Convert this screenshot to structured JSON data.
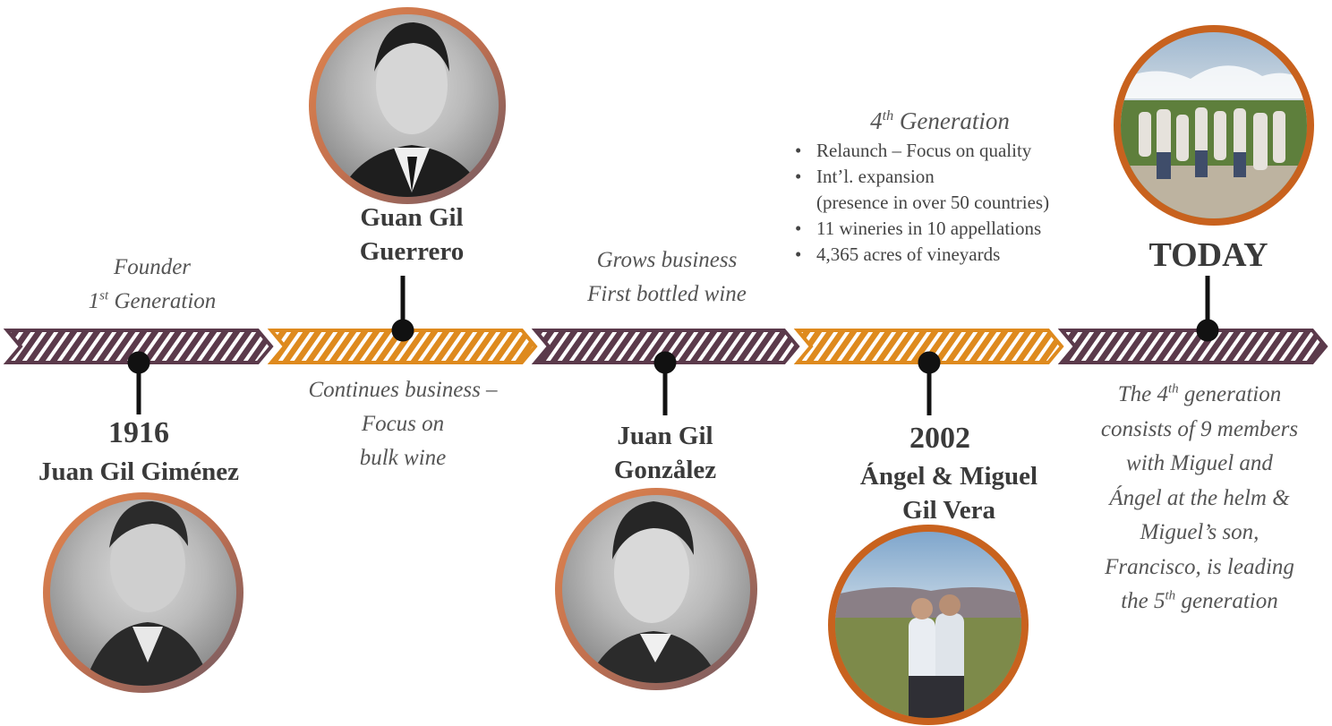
{
  "colors": {
    "plum": "#5b3a4b",
    "orange": "#de8a1e",
    "ring_orange": "#e0854d",
    "ring_plum": "#6d5a66",
    "ring_solid": "#c8621e"
  },
  "eras": [
    {
      "id": "1916",
      "caption_lines": [
        "Founder",
        "1",
        "st",
        " Generation"
      ],
      "year": "1916",
      "name": "Juan Gil Giménez"
    },
    {
      "id": "guerrero",
      "name_lines": [
        "Guan Gil",
        "Guerrero"
      ],
      "caption_lines": [
        "Continues business –",
        "Focus on",
        "bulk wine"
      ]
    },
    {
      "id": "gonzalez",
      "caption_lines": [
        "Grows business",
        "First bottled wine"
      ],
      "name_lines": [
        "Juan Gil",
        "Gonzålez"
      ]
    },
    {
      "id": "2002",
      "heading_num": "4",
      "heading_sup": "th",
      "heading_rest": " Generation",
      "bullets": [
        "Relaunch – Focus on quality",
        "Int’l. expansion",
        "(presence in over 50 countries)",
        "11 wineries in 10 appellations",
        "4,365 acres of vineyards"
      ],
      "year": "2002",
      "name_lines": [
        "Ángel & Miguel",
        "Gil Vera"
      ]
    },
    {
      "id": "today",
      "label": "TODAY",
      "desc": {
        "l1a": "The 4",
        "l1sup": "th",
        "l1b": " generation",
        "l2": "consists of  9 members",
        "l3": "with Miguel and",
        "l4": "Ángel at the helm &",
        "l5": "Miguel’s son,",
        "l6": "Francisco, is leading",
        "l7a": "the 5",
        "l7sup": "th",
        "l7b": " generation"
      }
    }
  ]
}
